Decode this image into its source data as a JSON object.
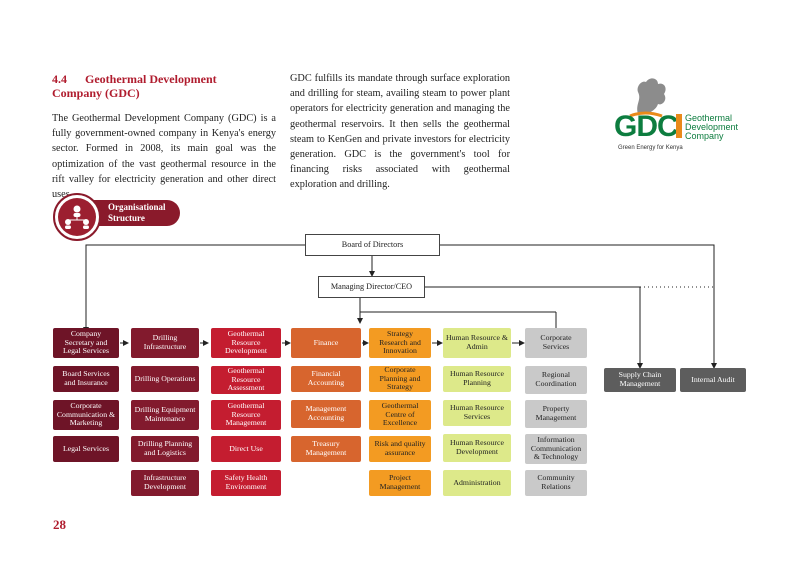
{
  "section": {
    "number": "4.4",
    "title": "Geothermal Development Company (GDC)"
  },
  "paragraphs": {
    "left": "The Geothermal Development Company (GDC) is a fully government-owned company in Kenya's energy sector. Formed in 2008, its main goal was the optimization of the vast geothermal resource in the rift valley for electricity generation and other direct uses.",
    "right": "GDC fulfills its mandate through surface exploration and drilling for steam, availing steam to power plant operators for electricity generation and managing the geothermal reservoirs. It then sells the geothermal steam to KenGen and private investors for electricity generation. GDC is the government's tool for financing risks associated with geothermal exploration and drilling."
  },
  "logo": {
    "letters": "GDC",
    "name_line1": "Geothermal",
    "name_line2": "Development",
    "name_line3": "Company",
    "tagline": "Green Energy for Kenya",
    "colors": {
      "green": "#0d7d3f",
      "orange": "#e98a1a",
      "plume": "#8c8c8c"
    }
  },
  "badge": {
    "label": "Organisational Structure",
    "icon": "people-network-icon"
  },
  "org": {
    "board": "Board of Directors",
    "ceo": "Managing Director/CEO",
    "columns": [
      {
        "head": "Company Secretary and Legal Services",
        "items": [
          "Board Services and Insurance",
          "Corporate Communication & Marketing",
          "Legal Services"
        ]
      },
      {
        "head": "Drilling Infrastructure",
        "items": [
          "Drilling Operations",
          "Drilling Equipment Maintenance",
          "Drilling Planning and Logistics",
          "Infrastructure Development"
        ]
      },
      {
        "head": "Geothermal Resource Development",
        "items": [
          "Geothermal Resource Assessment",
          "Geothermal Resource Management",
          "Direct Use",
          "Safety Health Environment"
        ]
      },
      {
        "head": "Finance",
        "items": [
          "Financial Accounting",
          "Management Accounting",
          "Treasury Management"
        ]
      },
      {
        "head": "Strategy Research and Innovation",
        "items": [
          "Corporate Planning and Strategy",
          "Geothermal Centre of Excellence",
          "Risk and quality assurance",
          "Project Management"
        ]
      },
      {
        "head": "Human Resource & Admin",
        "items": [
          "Human Resource Planning",
          "Human Resource Services",
          "Human Resource Development",
          "Administration"
        ]
      },
      {
        "head": "Corporate Services",
        "items": [
          "Regional Coordination",
          "Property Management",
          "Information Communication & Technology",
          "Community Relations"
        ]
      }
    ],
    "supply_chain": "Supply Chain Management",
    "internal_audit": "Internal Audit"
  },
  "page_number": "28"
}
